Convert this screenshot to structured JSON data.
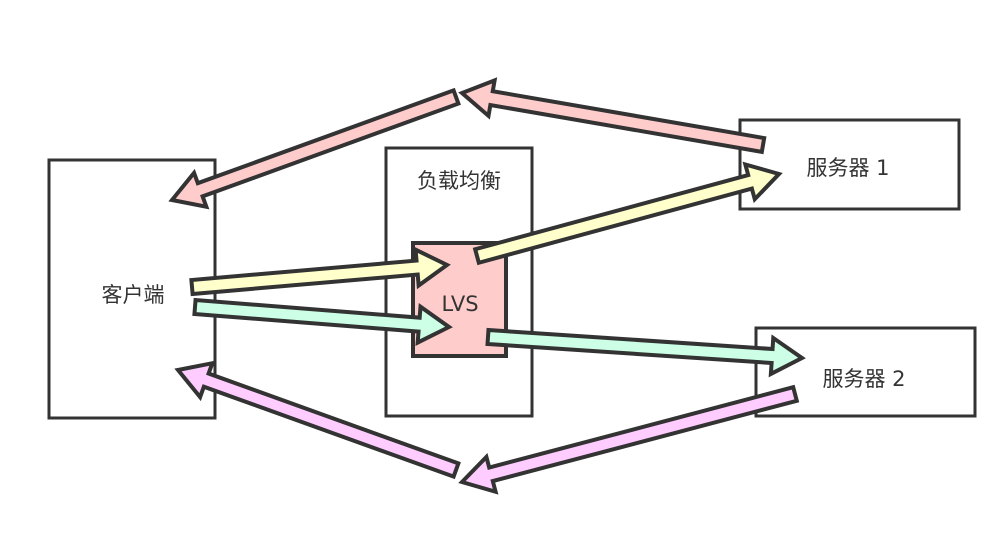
{
  "nodes": {
    "client": "客户端",
    "load_balancer": "负载均衡",
    "lvs": "LVS",
    "server1": "服务器 1",
    "server2": "服务器 2"
  },
  "colors": {
    "stroke": "#333333",
    "lvs_fill": "#ffcccc",
    "response1": "#ffcccc",
    "request1": "#ffffcc",
    "request2": "#ccffe6",
    "response2": "#ffccff"
  }
}
